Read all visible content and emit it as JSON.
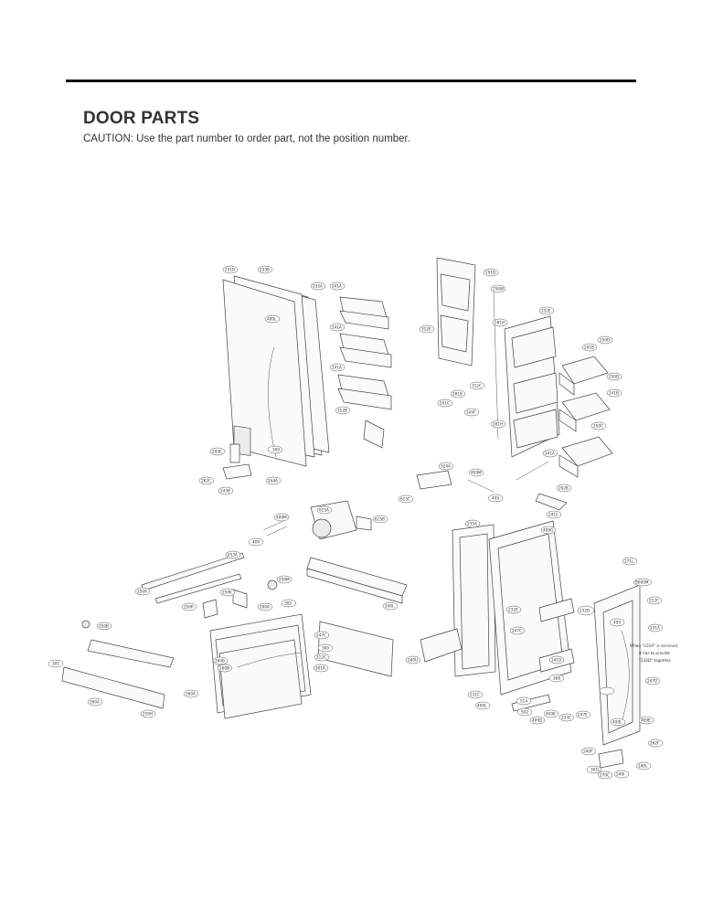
{
  "header": {
    "title": "DOOR PARTS",
    "caution": "CAUTION: Use the part number to order part, not the position number."
  },
  "note": {
    "line1": "When \"231A\" is serviced,",
    "line2": "it has to provide",
    "line3": "\"232D\" together."
  },
  "labels": [
    "231B",
    "233B",
    "235A",
    "241A",
    "480L",
    "241A",
    "241A",
    "312B",
    "243C",
    "300",
    "244A",
    "262C",
    "243B",
    "201D",
    "250W",
    "312E",
    "281H",
    "232E",
    "250D",
    "241B",
    "250D",
    "241B",
    "312C",
    "281B",
    "201C",
    "145F",
    "250C",
    "281H",
    "241A",
    "324A",
    "409M",
    "409",
    "262B",
    "241C",
    "409G",
    "615C",
    "615A",
    "615B",
    "409M",
    "409",
    "233A",
    "253A",
    "250M",
    "250A",
    "250P",
    "250K",
    "305",
    "260A",
    "240L",
    "250B",
    "247C",
    "300",
    "301",
    "271L",
    "B600M",
    "212C",
    "232D",
    "231A",
    "409",
    "240U",
    "212C",
    "260B",
    "260B",
    "260A",
    "301A",
    "247D",
    "232E",
    "247C",
    "241D",
    "308",
    "233C",
    "231C",
    "409L",
    "514",
    "502",
    "409K",
    "409D",
    "409E",
    "409L",
    "262F",
    "240F",
    "240L",
    "260A",
    "250H",
    "301L",
    "270C",
    "240I",
    "247E"
  ]
}
